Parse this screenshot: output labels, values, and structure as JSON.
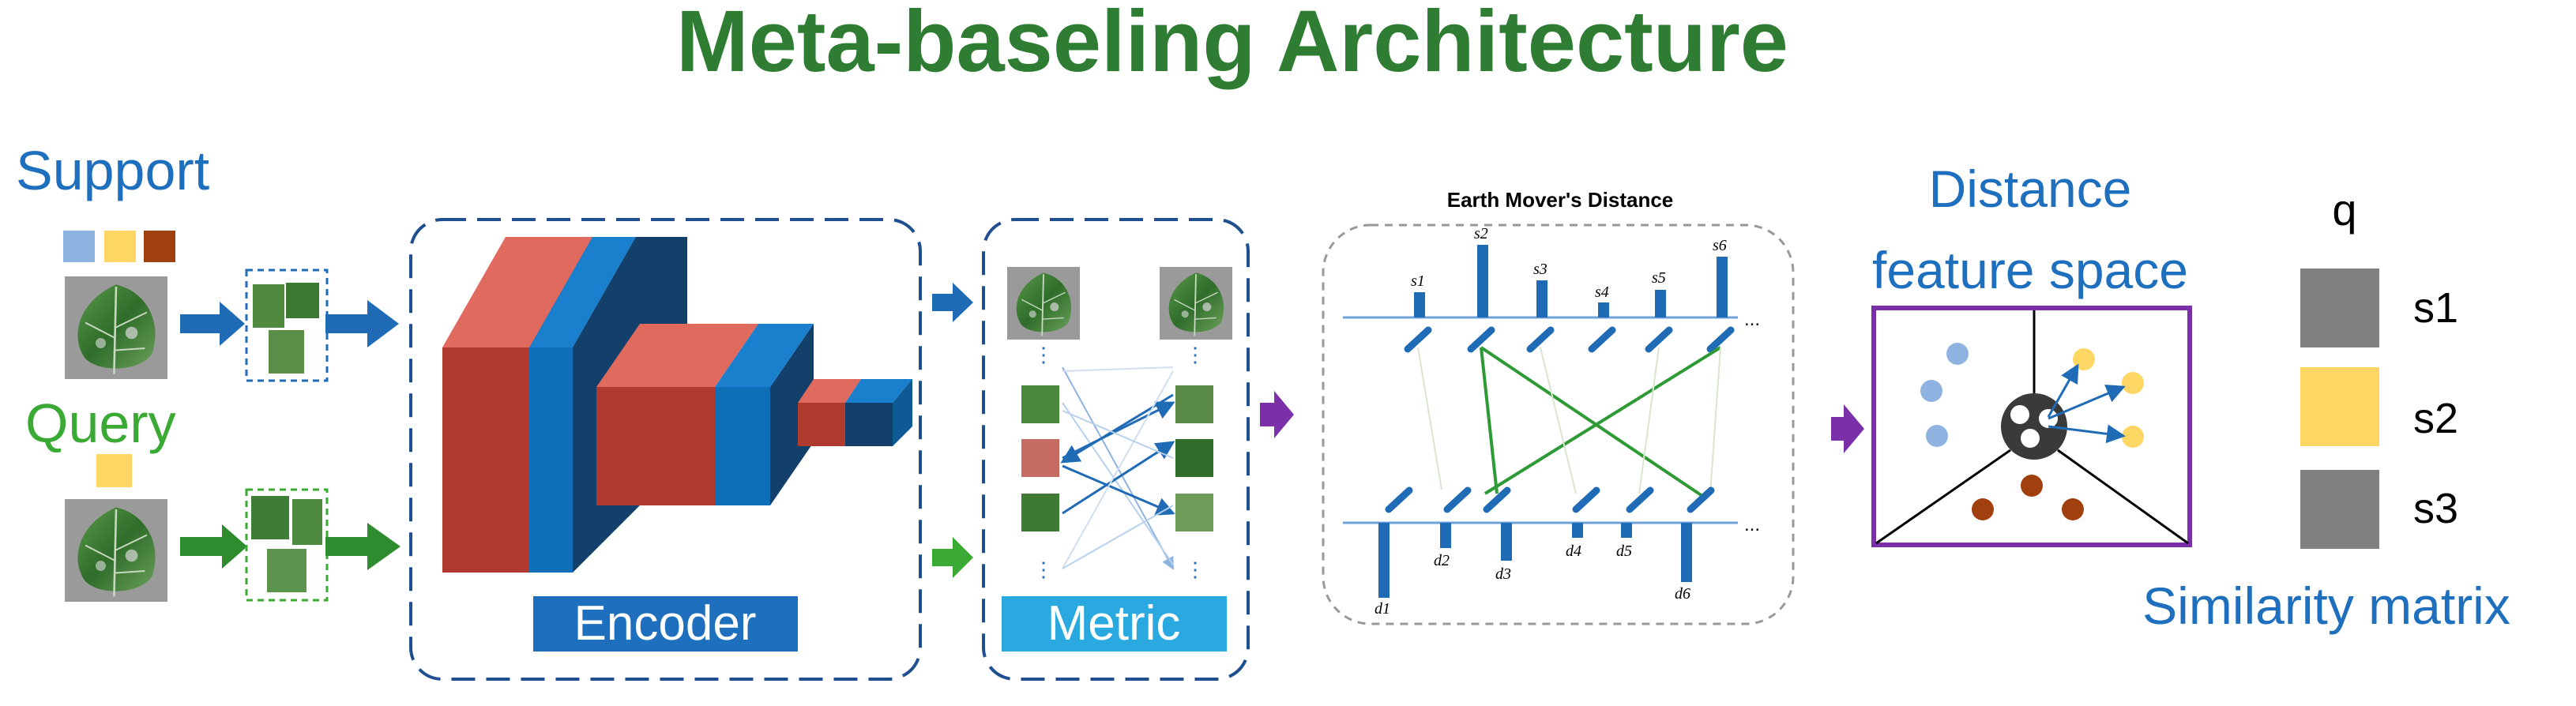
{
  "title": "Meta-baseling Architecture",
  "support_label": "Support",
  "query_label": "Query",
  "encoder_label": "Encoder",
  "metric_label": "Metric",
  "emd": {
    "title": "Earth Mover's Distance",
    "top_labels": [
      "s1",
      "s2",
      "s3",
      "s4",
      "s5",
      "s6"
    ],
    "bottom_labels": [
      "d1",
      "d2",
      "d3",
      "d4",
      "d5",
      "d6"
    ],
    "ellipsis": "..."
  },
  "feature_space_label_line1": "Distance",
  "feature_space_label_line2": "feature space",
  "similarity": {
    "header": "q",
    "rows": [
      "s1",
      "s2",
      "s3"
    ],
    "caption": "Similarity matrix"
  },
  "colors": {
    "title_green": "#2e7d32",
    "support_blue": "#1f6fbf",
    "query_green": "#3aaa35",
    "arrow_blue": "#1f6bb5",
    "arrow_green": "#2e8b2e",
    "arrow_purple": "#7b2fa8",
    "encoder_box": "#1f4f8f",
    "encoder_red": "#c0392b",
    "encoder_blue": "#0e6fb8",
    "encoder_dark": "#12406b",
    "encoder_label_bg": "#1f6fbf",
    "metric_label_bg": "#2aa8e0",
    "feature_space_border": "#7b2fa8",
    "grey_cell": "#808080",
    "yellow_cell": "#fdd663",
    "swatch_blue": "#8fb3e0",
    "swatch_yellow": "#fdd663",
    "swatch_brown": "#a0400e"
  },
  "chart_data": null
}
